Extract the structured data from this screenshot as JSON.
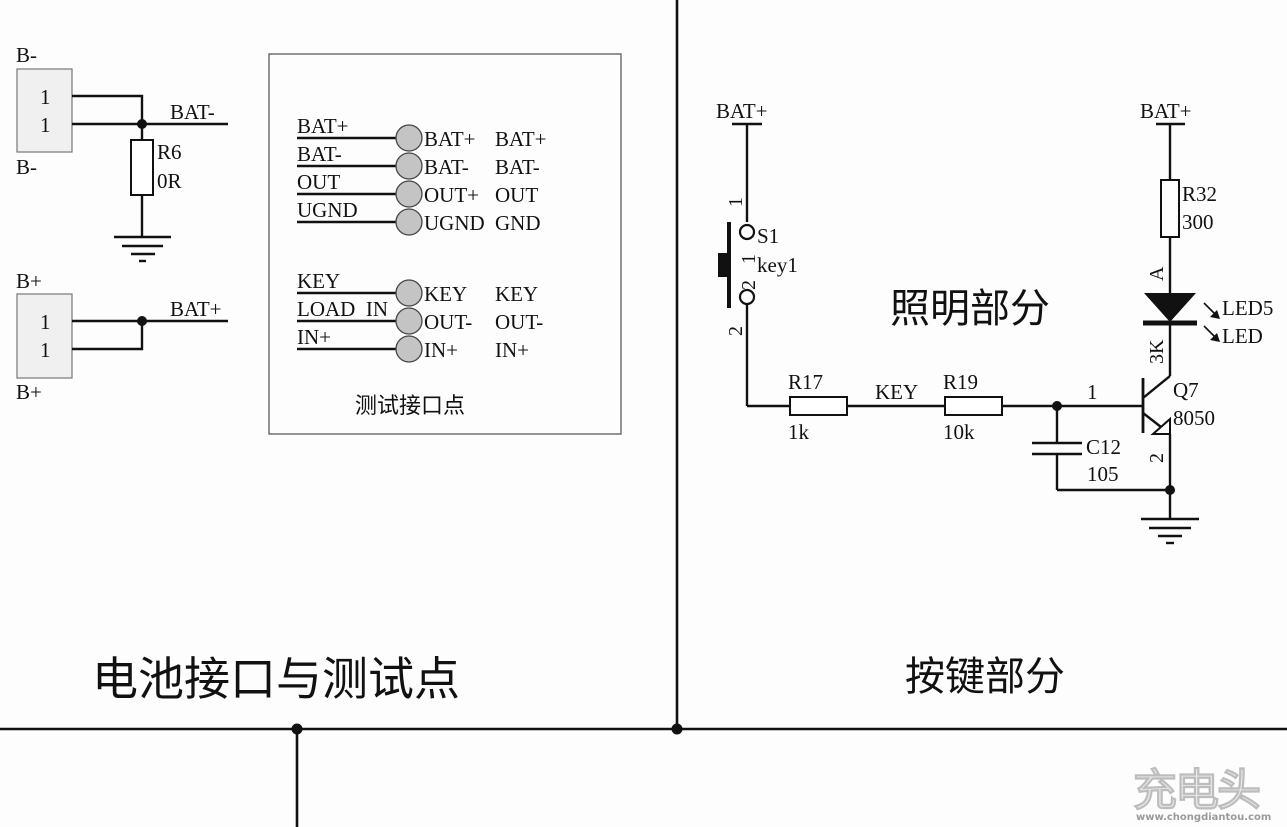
{
  "sections": {
    "battery_test": {
      "title": "电池接口与测试点",
      "connector_bminus": {
        "top_label": "B-",
        "bottom_label": "B-",
        "pins": [
          "1",
          "1"
        ],
        "net": "BAT-"
      },
      "connector_bplus": {
        "top_label": "B+",
        "bottom_label": "B+",
        "pins": [
          "1",
          "1"
        ],
        "net": "BAT+"
      },
      "resistor": {
        "ref": "R6",
        "value": "0R"
      },
      "test_points": {
        "caption": "测试接口点",
        "group1": [
          {
            "net": "BAT+",
            "pin": "BAT+",
            "name": "BAT+"
          },
          {
            "net": "BAT-",
            "pin": "BAT-",
            "name": "BAT-"
          },
          {
            "net": "OUT",
            "pin": "OUT+",
            "name": "OUT"
          },
          {
            "net": "UGND",
            "pin": "UGND",
            "name": "GND"
          }
        ],
        "group2": [
          {
            "net": "KEY",
            "pin": "KEY",
            "name": "KEY"
          },
          {
            "net": "LOAD  IN",
            "pin": "OUT-",
            "name": "OUT-"
          },
          {
            "net": "IN+",
            "pin": "IN+",
            "name": "IN+"
          }
        ]
      }
    },
    "key_light": {
      "title_key": "按键部分",
      "title_light": "照明部分",
      "switch": {
        "ref": "S1",
        "value": "key1",
        "net_top": "BAT+",
        "pin1": "1",
        "pin2": "2",
        "inner_pin1": "1",
        "inner_pin2": "2"
      },
      "r17": {
        "ref": "R17",
        "value": "1k"
      },
      "net_key": "KEY",
      "r19": {
        "ref": "R19",
        "value": "10k"
      },
      "c12": {
        "ref": "C12",
        "value": "105"
      },
      "q7": {
        "ref": "Q7",
        "value": "8050",
        "pin_base": "1",
        "pin_emitter": "2"
      },
      "r32": {
        "ref": "R32",
        "value": "300",
        "net_top": "BAT+"
      },
      "led": {
        "ref": "LED5",
        "value": "LED",
        "anode": "A",
        "cathode": "3K"
      }
    }
  },
  "watermark": {
    "logo": "充电头",
    "url": "www.chongdiantou.com"
  }
}
